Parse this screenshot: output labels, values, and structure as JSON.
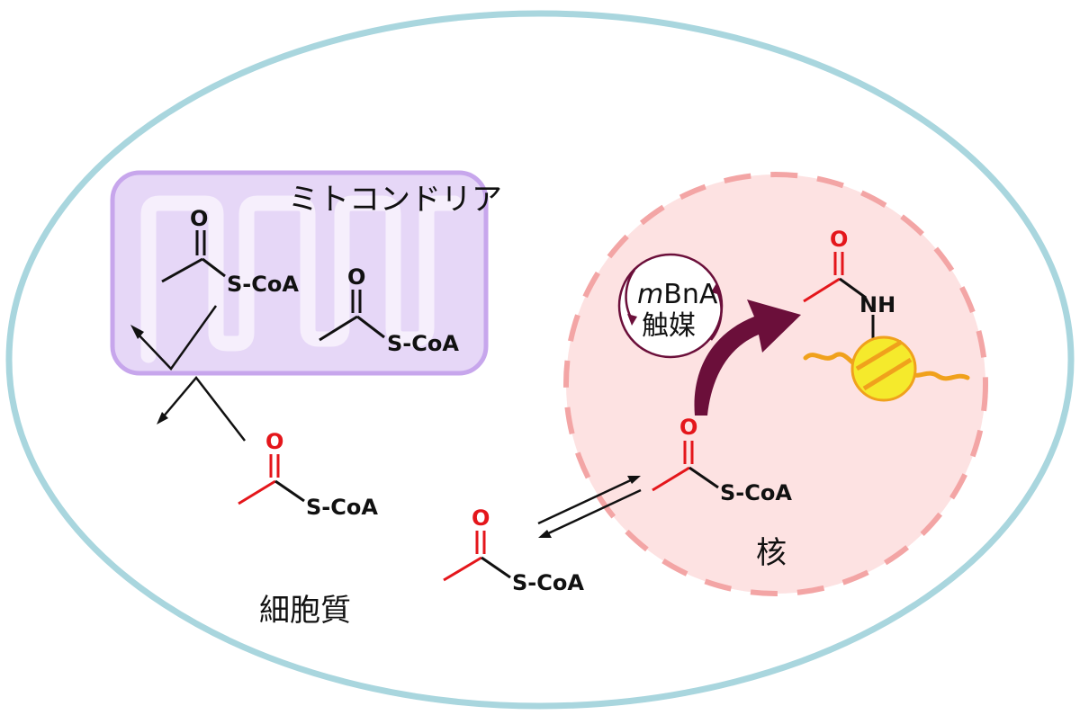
{
  "labels": {
    "mitochondria": "ミトコンドリア",
    "cytoplasm": "細胞質",
    "nucleus": "核",
    "catalyst_name_italic": "m",
    "catalyst_name_rest": "BnA",
    "catalyst_sub": "触媒"
  },
  "molecules": {
    "coa_label": "S-CoA",
    "oxygen": "O",
    "amide_nh": "NH"
  },
  "colors": {
    "cell_membrane": "#a9d6de",
    "mito_fill": "#e6d7f7",
    "mito_border": "#c7a6ec",
    "nucleus_fill": "#fde2e2",
    "nucleus_border": "#f3a5a5",
    "acetyl_red": "#e4161b",
    "catalyst_arrow": "#6b0f3a",
    "histone_fill": "#f5ea2c",
    "histone_stripe": "#f0a11c",
    "bond_black": "#111111"
  }
}
